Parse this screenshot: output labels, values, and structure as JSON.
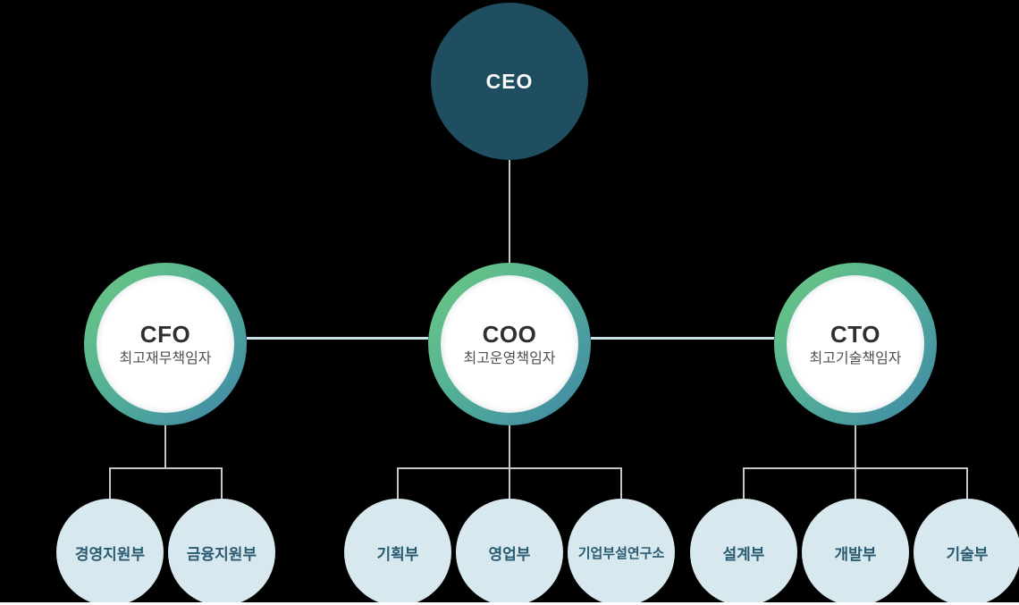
{
  "org": {
    "ceo": {
      "label": "CEO"
    },
    "executives": [
      {
        "label": "CFO",
        "subtitle": "최고재무책임자",
        "departments": [
          "경영지원부",
          "금융지원부"
        ]
      },
      {
        "label": "COO",
        "subtitle": "최고운영책임자",
        "departments": [
          "기획부",
          "영업부",
          "기업부설연구소"
        ]
      },
      {
        "label": "CTO",
        "subtitle": "최고기술책임자",
        "departments": [
          "설계부",
          "개발부",
          "기술부"
        ]
      }
    ],
    "colors": {
      "background": "#000000",
      "ceo_fill": "#1e4e60",
      "ceo_text": "#ffffff",
      "ring_gradient_start": "#6dc97f",
      "ring_gradient_end": "#3f86a8",
      "exec_fill": "#ffffff",
      "exec_title_text": "#2f2f2f",
      "exec_subtitle_text": "#4f4f4f",
      "dept_fill": "#d7e9ee",
      "dept_text": "#2b5b72",
      "connector_gray": "#c7c7c7",
      "connector_blue": "#c6dfe8"
    }
  }
}
